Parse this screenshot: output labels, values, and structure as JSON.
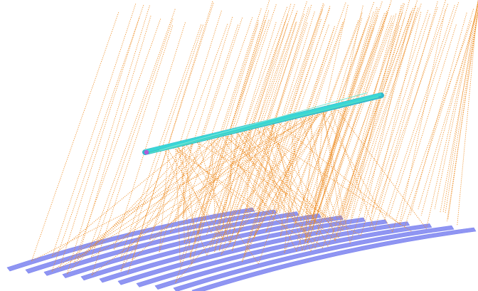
{
  "scene": {
    "background_color": "#ffffff",
    "ray_color": "#ee8a1e",
    "absorber_color": "#7b83f0",
    "receiver_tube_colors": [
      "#3ad6d6",
      "#4fe0c8",
      "#33b8cc",
      "#7fe8d8"
    ],
    "receiver_end_color": "#b05cd8",
    "elements": {
      "rays": "ray-traces",
      "mirrors": "mirror-rows",
      "receiver": "receiver-tube"
    }
  }
}
